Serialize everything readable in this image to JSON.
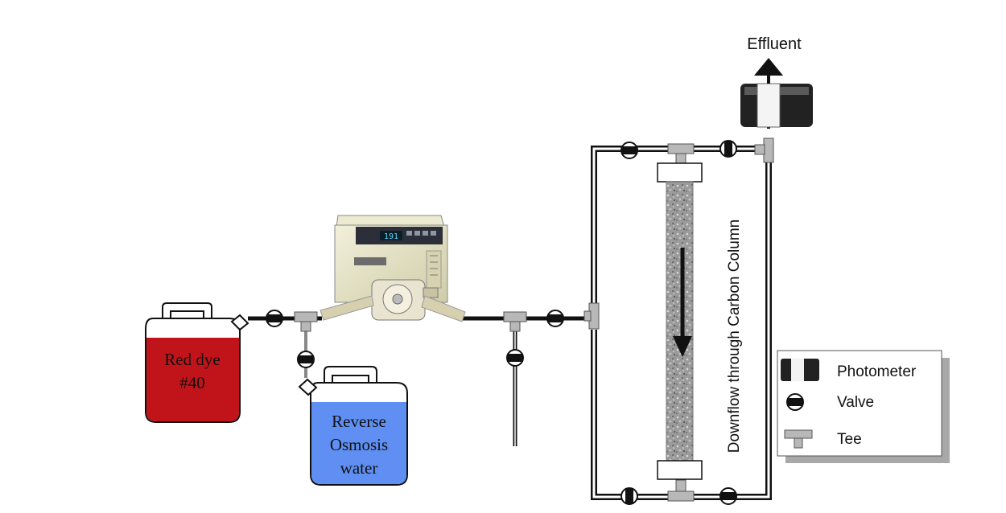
{
  "labels": {
    "effluent": "Effluent",
    "red_dye_line1": "Red dye",
    "red_dye_line2": "#40",
    "ro_line1": "Reverse",
    "ro_line2": "Osmosis",
    "ro_line3": "water",
    "column_caption": "Downflow through Carbon Column",
    "pump_display": "191"
  },
  "legend": {
    "items": [
      {
        "label": "Photometer",
        "icon": "photometer-icon"
      },
      {
        "label": "Valve",
        "icon": "valve-icon"
      },
      {
        "label": "Tee",
        "icon": "tee-icon"
      }
    ]
  },
  "colors": {
    "red_dye": "#c0141a",
    "ro_water": "#5f8ff2",
    "pump_body": "#e8e6c8",
    "tee": "#b8b8b8",
    "tube": "#111111"
  }
}
